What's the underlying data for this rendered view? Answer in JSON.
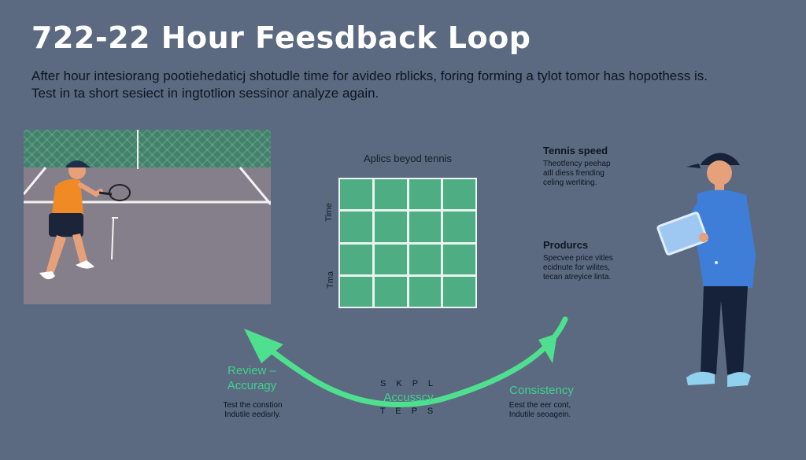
{
  "header": {
    "title": "722-22 Hour Feesdback Loop",
    "subtitle_line1": "After hour intesiorang pootiehedaticj shotudle time for avideo rblicks, foring forming a tylot tomor has hopothess is.",
    "subtitle_line2": "Test in ta short sesiect in ingtotlion sessinor analyze again."
  },
  "grid": {
    "title": "Aplics beyod tennis",
    "y_label_top": "Time",
    "y_label_bottom": "Tma",
    "rows": 4,
    "cols": 4
  },
  "notes": {
    "tennis_speed": {
      "heading": "Tennis speed",
      "line1": "Theotfency peehap",
      "line2": "atll diess frending",
      "line3": "celing werliting."
    },
    "produrcs": {
      "heading": "Produrcs",
      "line1": "Specvee price vitles",
      "line2": "ecidnute for wilites,",
      "line3": "tecan atreyice linta."
    }
  },
  "cycle": {
    "review_line1": "Review –",
    "review_line2": "Accuragy",
    "review_note_line1": "Test the constion",
    "review_note_line2": "Indutile eedisrly.",
    "center_top": "S K P L",
    "center_main": "Accusscy",
    "center_bottom": "T E P S",
    "consistency": "Consistency",
    "consistency_note_line1": "Eest the eer cont,",
    "consistency_note_line2": "Indutile seoagein."
  },
  "colors": {
    "background": "#5b6a80",
    "grid_cell": "#4fad84",
    "arrow": "#4ee08e",
    "title": "#ffffff"
  },
  "icons": {
    "tennis_player": "tennis-player-illustration",
    "coach": "coach-with-tablet-illustration",
    "loop_arrow": "cycle-arrow"
  }
}
